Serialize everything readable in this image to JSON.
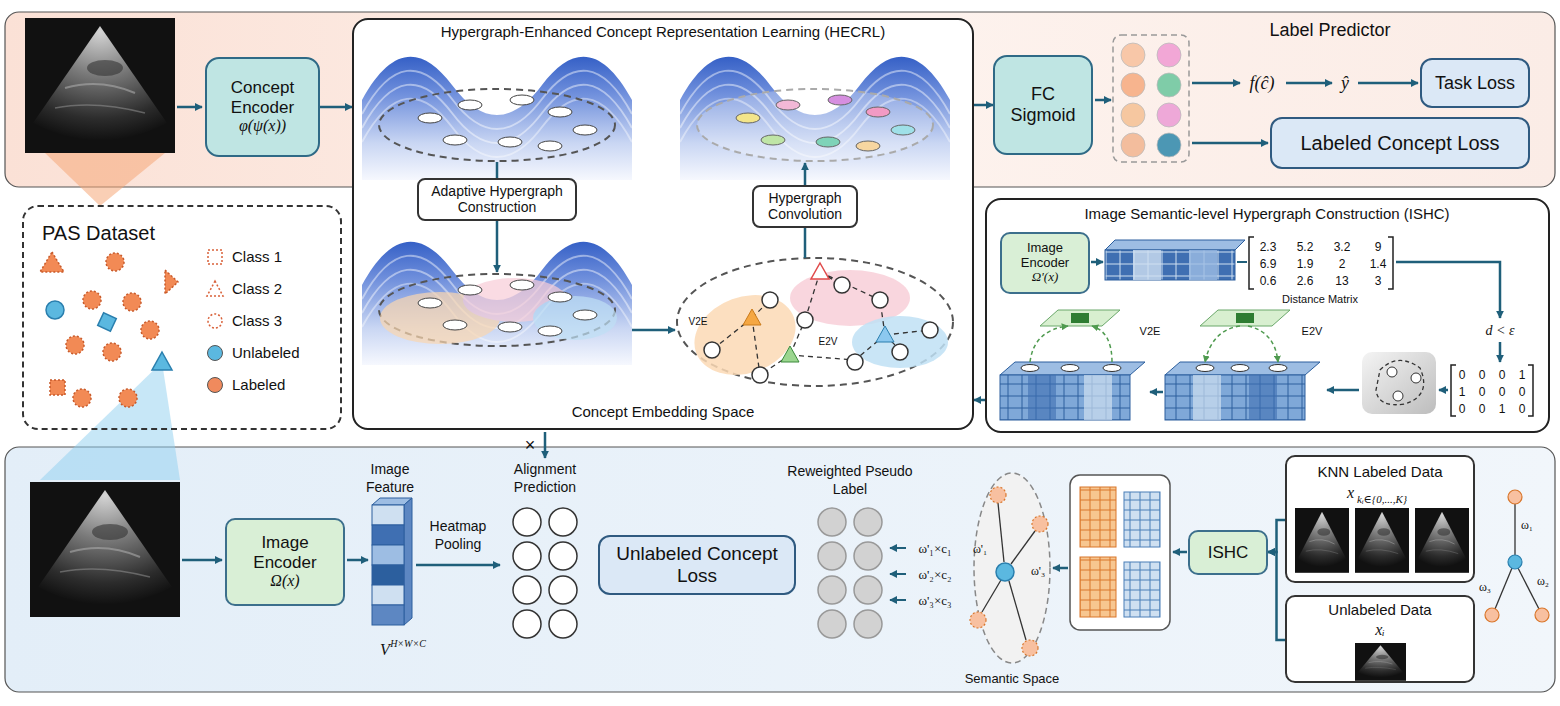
{
  "diagram": {
    "nodes": [
      {
        "text": [
          "Concept Encoder",
          "φ(ψ(x))"
        ]
      },
      {
        "text": [
          "Hypergraph-Enhanced Concept Representation Learning (HECRL)",
          "Concept Embedding Space"
        ]
      },
      {
        "text": [
          "Adaptive Hypergraph Construction"
        ],
        "in": 1
      },
      {
        "text": [
          "Hypergraph Convolution"
        ],
        "in": 1
      },
      {
        "text": [
          "FC Sigmoid"
        ]
      },
      {
        "text": [
          "Task Loss"
        ]
      },
      {
        "text": [
          "Labeled Concept Loss"
        ]
      },
      {
        "text": [
          "PAS Dataset"
        ]
      },
      {
        "text": [
          "Image Semantic-level Hypergraph Construction (ISHC)"
        ]
      },
      {
        "text": [
          "Image Encoder",
          "Ω'(x)"
        ],
        "in": 8
      },
      {
        "text": [
          "Image Encoder",
          "Ω(x)"
        ]
      },
      {
        "text": [
          "Unlabeled Concept Loss"
        ]
      },
      {
        "text": [
          "ISHC"
        ]
      },
      {
        "text": [
          "KNN Labeled Data",
          "x",
          "kᵢ∈{0,...,K}"
        ]
      },
      {
        "text": [
          "Unlabeled Data",
          "xᵢ"
        ]
      }
    ],
    "edges": [
      {
        "from": 0,
        "to": 1,
        "arrow": "to"
      },
      {
        "from": 1,
        "to": 4,
        "arrow": "to"
      },
      {
        "from": 8,
        "to": 1,
        "arrow": "to"
      },
      {
        "from": 13,
        "to": 12,
        "arrow": "to"
      },
      {
        "from": 14,
        "to": 12,
        "arrow": "to"
      }
    ],
    "labels": [
      "Label Predictor",
      "f(ĉ)",
      "ŷ",
      "V2E",
      "E2V",
      "Distance Matrix",
      "2.3",
      "5.2",
      "3.2",
      "9",
      "6.9",
      "1.9",
      "2",
      "1.4",
      "0.6",
      "2.6",
      "13",
      "3",
      "d < ε",
      "0",
      "0",
      "0",
      "1",
      "1",
      "0",
      "0",
      "0",
      "0",
      "0",
      "1",
      "0",
      "V2E",
      "E2V",
      "×",
      "Alignment Prediction",
      "Image Feature",
      "V",
      "H×W×C",
      "Heatmap Pooling",
      "Reweighted Pseudo Label",
      "ω'₁×c₁",
      "ω'₂×c₂",
      "ω'₃×c₃",
      "ω'₁",
      "ω'₃",
      "Semantic Space",
      "ω₁",
      "ω₂",
      "ω₃"
    ],
    "legend": [
      {
        "text": "Class 1"
      },
      {
        "text": "Class 2"
      },
      {
        "text": "Class 3"
      },
      {
        "text": "Unlabeled",
        "color": "#5bb8e0"
      },
      {
        "text": "Labeled",
        "color": "#f08a5d"
      }
    ]
  }
}
